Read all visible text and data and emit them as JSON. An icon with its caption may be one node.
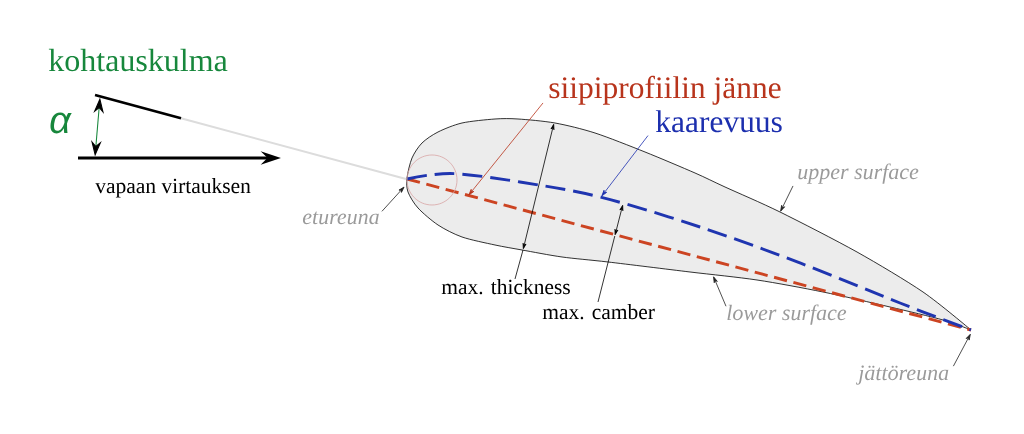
{
  "diagram": {
    "nodes": [
      {
        "text": [
          "siipiprofiilin jänne"
        ]
      },
      {
        "text": [
          "kaarevuus"
        ]
      },
      {
        "text": [],
        "shape": "picture"
      },
      {
        "text": [
          "upper surface"
        ]
      },
      {
        "text": [
          "etureuna"
        ]
      },
      {
        "text": [
          "lower surface"
        ]
      },
      {
        "text": [
          "jättöreuna"
        ]
      }
    ],
    "edges": [
      {
        "from": 0,
        "to": 2,
        "arrow": "to",
        "color": "#b8341c"
      },
      {
        "from": 1,
        "to": 2,
        "arrow": "to",
        "color": "#1c2fae"
      },
      {
        "from": 3,
        "to": 2,
        "arrow": "to"
      },
      {
        "from": 4,
        "to": 2,
        "arrow": "to"
      },
      {
        "from": 5,
        "to": 2,
        "arrow": "to"
      },
      {
        "from": 6,
        "to": 2,
        "arrow": "to"
      }
    ],
    "labels": [
      "kohtauskulma",
      "α",
      "vapaan virtauksen",
      "max. thickness",
      "max. camber"
    ]
  }
}
